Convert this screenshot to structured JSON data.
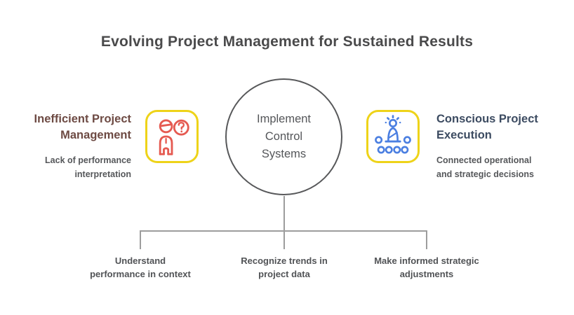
{
  "title": "Evolving Project Management for Sustained Results",
  "left_item": {
    "heading_lines": [
      "Inefficient Project",
      "Management"
    ],
    "subtitle_lines": [
      "Lack of performance",
      "interpretation"
    ],
    "icon": "person-question-icon"
  },
  "center_node": {
    "label_lines": [
      "Implement",
      "Control",
      "Systems"
    ]
  },
  "right_item": {
    "heading_lines": [
      "Conscious Project",
      "Execution"
    ],
    "subtitle_lines": [
      "Connected operational",
      "and strategic decisions"
    ],
    "icon": "inspired-team-icon"
  },
  "branches": [
    {
      "lines": [
        "Understand",
        "performance in context"
      ]
    },
    {
      "lines": [
        "Recognize trends in",
        "project data"
      ]
    },
    {
      "lines": [
        "Make informed strategic",
        "adjustments"
      ]
    }
  ],
  "colors": {
    "title_text": "#4a4a4b",
    "left_heading": "#6d4a43",
    "right_heading": "#3c4b61",
    "body_text": "#55575a",
    "branch_text": "#515356",
    "circle_stroke": "#57585a",
    "connector": "#9d9d9d",
    "icon_box_border": "#eed319",
    "left_icon": "#e55a51",
    "right_icon": "#4b7fe1"
  }
}
